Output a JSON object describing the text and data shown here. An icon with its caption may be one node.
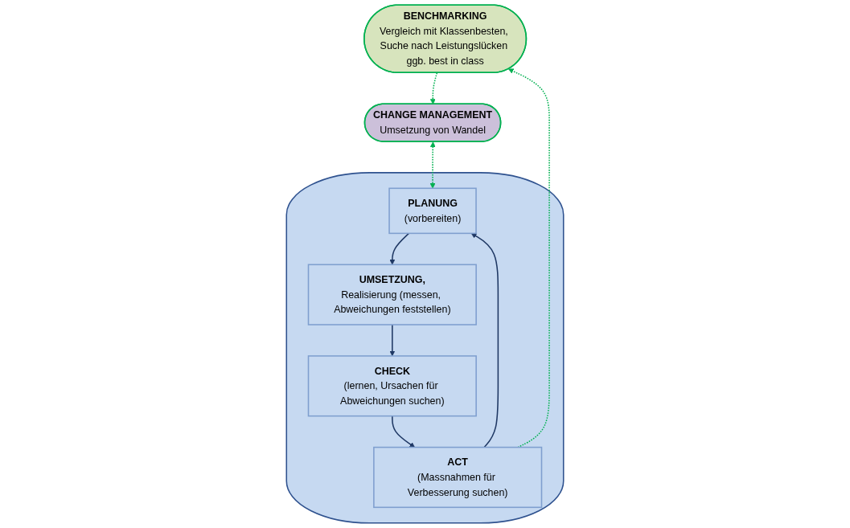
{
  "diagram": {
    "nodes": [
      {
        "text": [
          "BENCHMARKING",
          "Vergleich mit Klassenbesten, Suche nach Leistungslücken ggb. best in class"
        ]
      },
      {
        "text": [
          "CHANGE MANAGEMENT",
          "Umsetzung von Wandel"
        ]
      },
      {
        "text": [],
        "shape": "ellipse"
      },
      {
        "text": [
          "PLANUNG",
          "(vorbereiten)"
        ],
        "in": 2
      },
      {
        "text": [
          "UMSETZUNG,",
          "Realisierung (messen, Abweichungen feststellen)"
        ],
        "in": 2
      },
      {
        "text": [
          "CHECK",
          "(lernen, Ursachen für Abweichungen suchen)"
        ],
        "in": 2
      },
      {
        "text": [
          "ACT",
          "(Massnahmen für Verbesserung suchen)"
        ],
        "in": 2
      }
    ],
    "edges": [
      {
        "from": 3,
        "to": 4,
        "arrow": "to"
      },
      {
        "from": 4,
        "to": 5,
        "arrow": "to"
      },
      {
        "from": 5,
        "to": 6,
        "arrow": "to"
      },
      {
        "from": 6,
        "to": 3,
        "arrow": "to"
      },
      {
        "from": 0,
        "to": 1,
        "arrow": "to",
        "style": "dashed",
        "color": "#00b050"
      },
      {
        "from": 1,
        "to": 3,
        "arrow": "both",
        "style": "dashed",
        "color": "#00b050"
      },
      {
        "from": 6,
        "to": 0,
        "arrow": "to",
        "style": "dashed",
        "color": "#00b050"
      }
    ]
  }
}
